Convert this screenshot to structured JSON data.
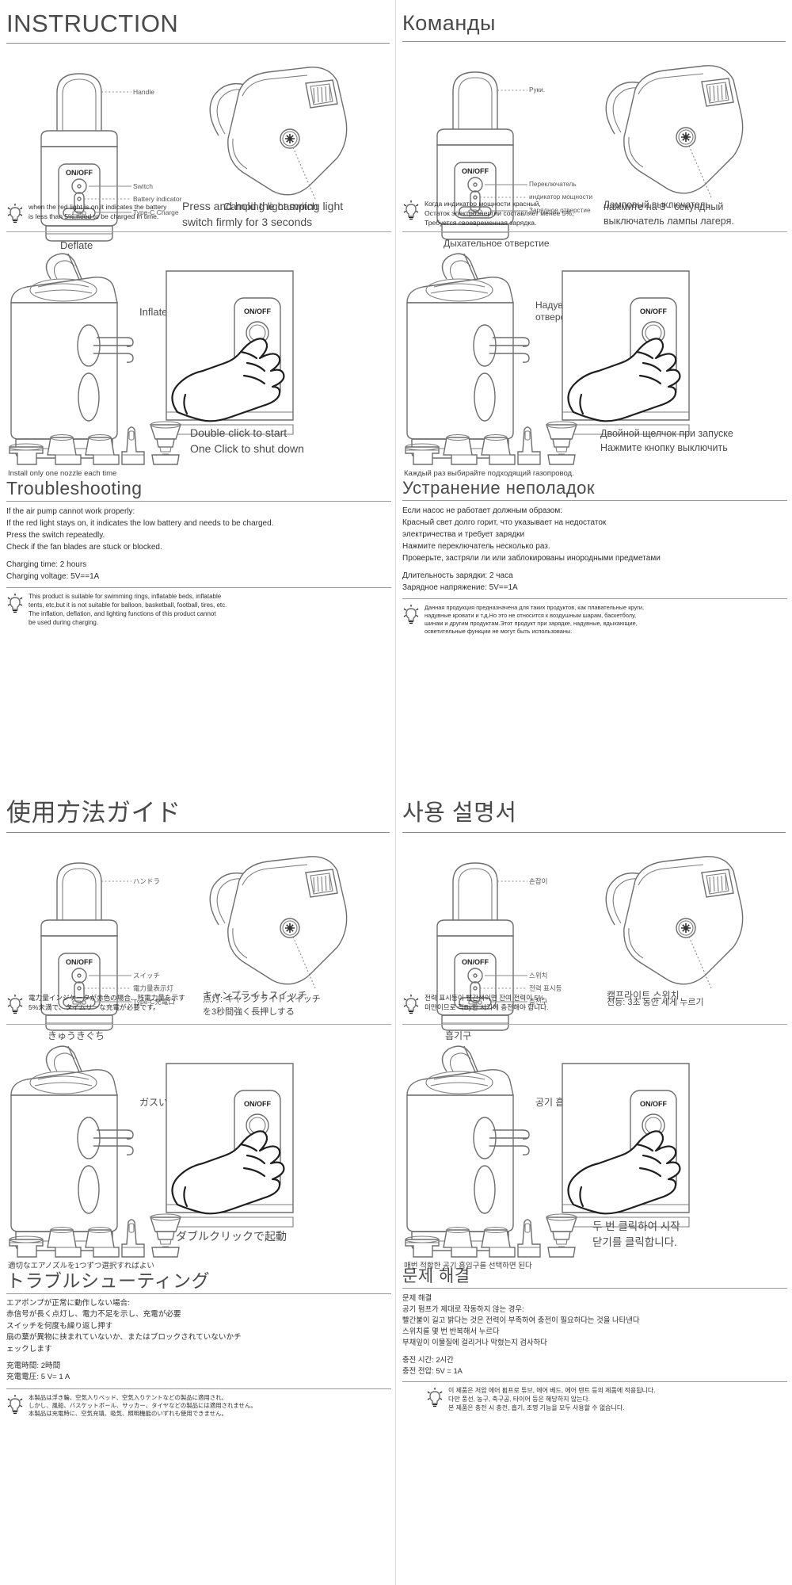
{
  "sections": {
    "en": {
      "title": "INSTRUCTION",
      "labels": {
        "handle": "Handle",
        "switch": "Switch",
        "battery_indicator": "Battery indicator",
        "typec": "Type-C Charge",
        "camping_light_switch": "Camping light switch",
        "deflate": "Deflate",
        "inflate": "Inflate"
      },
      "tip1": "when the red light is on,it indicates the battery\nis less than 5%,need to be charged in time.",
      "press_hold": "Press and hold the camping light\nswitch firmly for 3 seconds",
      "nozzle_note": "Install only one nozzle each time",
      "click_note": "Double click to start\nOne Click to shut down",
      "troubleshooting": {
        "title": "Troubleshooting",
        "body": "If the air pump cannot work properly:\nIf the red light stays on, it indicates the low battery and needs to be charged.\nPress the switch repeatedly.\nCheck if the fan blades are stuck or blocked.",
        "charging": "Charging time: 2 hours\nCharging voltage: 5V==1A",
        "tip": "This product is suitable for swimming rings, inflatable beds, inflatable\ntents, etc,but it is not suitable for balloon, basketball, football, tires, etc.\nThe inflation, deflation, and lighting functions of this product cannot\n      be used during charging."
      }
    },
    "ru": {
      "title": "Команды",
      "labels": {
        "handle": "Руки.",
        "switch": "Переключатель",
        "battery_indicator": "индикатор мощности",
        "typec": "Зарядное отверстие",
        "camping_light_switch": "Ламповый выключатель",
        "deflate": "Дыхательное отверстие",
        "inflate": "Надувное\nотверстие"
      },
      "tip1": "Когда индикатор мощности красный,\nОстаток электроэнергии составляет менее 5%,\nТребуется своевременная зарядка.",
      "press_hold": "нажмите на 3 - секундный\nвыключатель лампы лагеря.",
      "nozzle_note": "Каждый раз выбирайте подходящий газопровод.",
      "click_note": "Двойной щелчок при запуске\nНажмите кнопку выключить",
      "troubleshooting": {
        "title": "Устранение неполадок",
        "body": "Если насос не работает должным образом:\nКрасный свет долго горит, что указывает на недостаток\nэлектричества и требует зарядки\nНажмите переключатель несколько раз.\nПроверьте, застряли ли или заблокированы инородными предметами",
        "charging": "Длительность зарядки: 2 часа\nЗарядное напряжение: 5V==1A",
        "tip": "Данная продукция предназначена для таких продуктов, как плавательные круги,\nнадувные кровати и т.д.Но это не относится к воздушным шарам, баскетболу,\nшинам и другим продуктам.Этот продукт при зарядке, надувные, вдыхающие,\nосветительные функции не могут быть использованы."
      }
    },
    "jp": {
      "title": "使用方法ガイド",
      "labels": {
        "handle": "ハンドラ",
        "switch": "スイッチ",
        "battery_indicator": "電力量表示灯",
        "typec": "Type-C充電口",
        "camping_light_switch": "キャンプライトスイッチ",
        "deflate": "きゅうきぐち",
        "inflate": "ガスいりぐち"
      },
      "tip1": "電力量インジケータが赤色の場合、残電力量を示す\n5%未満で、タイムリーな充電が必要です。",
      "press_hold": "点灯: キャンプライトスイッチ\nを3秒間強く長押しする",
      "nozzle_note": "適切なエアノズルを1つずつ選択すればよい",
      "click_note": "ダブルクリックで起動",
      "troubleshooting": {
        "title": "トラブルシューティング",
        "body": "エアポンプが正常に動作しない場合:\n赤信号が長く点灯し、電力不足を示し、充電が必要\nスイッチを何度も繰り返し押す\n扇の葉が異物に挟まれていないか、またはブロックされていないかチ\nェックします",
        "charging": "充電時間:  2時間\n充電電圧: 5 V= 1 A",
        "tip": "本製品は浮き輪、空気入りベッド、空気入りテントなどの製品に適用され、\nしかし、風船、バスケットボール、サッカー、タイヤなどの製品には適用されません。\n本製品は充電時に、空気充填、吸気、照明機能のいずれも使用できません。"
      }
    },
    "kr": {
      "title": "사용 설명서",
      "labels": {
        "handle": "손잡이",
        "switch": "스위치",
        "battery_indicator": "전력 표시등",
        "typec": "충전구",
        "camping_light_switch": "캠프라이트 스위치",
        "deflate": "흡기구",
        "inflate": "공기 흡입구"
      },
      "tip1": "전력 표시등이 빨간색이면 잔여 전력이 5%\n미만이므로 적By한 시기에 충전해야 합니다.",
      "press_hold": "전등: 3초 동안 세게 누르기",
      "nozzle_note": "매번 적합한 공기 흡입구를 선택하면 된다",
      "click_note": "두 번 클릭하여 시작\n닫기를 클릭합니다.",
      "troubleshooting": {
        "title": "문제 해결",
        "body": "문제 해결\n공기 펌프가 제대로 작동하지 않는 경우:\n빨간불이 길고 밝다는 것은 전력이 부족하여 충전이 필요하다는 것을 나타낸다\n스위치를 몇 번 반복해서 누르다\n부채잎이 이물질에 걸리거나 막혔는지 검사하다",
        "charging": "충전 시간: 2시간\n충전 전압: 5V = 1A",
        "tip": "이 제품은 저압 에어 펌프로 튜브, 에어 베드, 에어 텐트 등의 제품에 적용됩니다.\n다만 풍선, 농구, 축구공, 타이어 등은 해당하지 않는다.\n본 제품은 충전 시 충전, 흡기, 조명 기능을 모두 사용할 수 없습니다."
      }
    }
  },
  "device": {
    "onoff_text": "ON/OFF"
  },
  "colors": {
    "line": "#6e6e6e",
    "text": "#3b3b3b",
    "rule": "#8d8d8d"
  }
}
